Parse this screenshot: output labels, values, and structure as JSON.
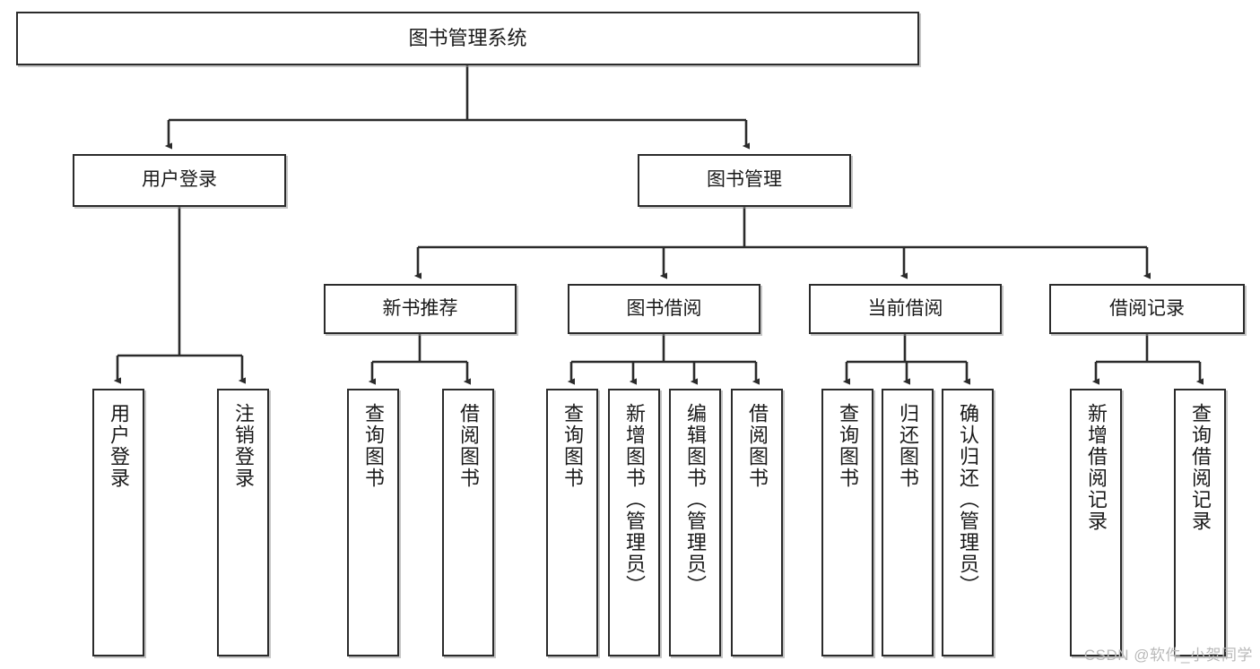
{
  "diagram": {
    "title": "图书管理系统",
    "type": "hierarchy-tree",
    "watermark": "CSDN @软件_小贺同学",
    "colors": {
      "box_border": "#2b2b2b",
      "box_fill": "#ffffff",
      "connector": "#2b2b2b",
      "watermark": "#b9b9b9"
    },
    "nodes": {
      "root": {
        "label": "图书管理系统"
      },
      "level2": [
        {
          "id": "user-login",
          "label": "用户登录"
        },
        {
          "id": "book-manage",
          "label": "图书管理"
        }
      ],
      "level3": [
        {
          "id": "new-book-rec",
          "label": "新书推荐"
        },
        {
          "id": "book-borrow",
          "label": "图书借阅"
        },
        {
          "id": "current-borrow",
          "label": "当前借阅"
        },
        {
          "id": "borrow-record",
          "label": "借阅记录"
        }
      ],
      "leaves": {
        "user_login": [
          {
            "id": "leaf-user-login",
            "label": "用户登录"
          },
          {
            "id": "leaf-logout",
            "label": "注销登录"
          }
        ],
        "new_book_rec": [
          {
            "id": "leaf-query-book-1",
            "label": "查询图书"
          },
          {
            "id": "leaf-borrow-book-1",
            "label": "借阅图书"
          }
        ],
        "book_borrow": [
          {
            "id": "leaf-query-book-2",
            "label": "查询图书"
          },
          {
            "id": "leaf-add-book",
            "label": "新增图书（管理员）"
          },
          {
            "id": "leaf-edit-book",
            "label": "编辑图书（管理员）"
          },
          {
            "id": "leaf-borrow-book-2",
            "label": "借阅图书"
          }
        ],
        "current_borrow": [
          {
            "id": "leaf-query-book-3",
            "label": "查询图书"
          },
          {
            "id": "leaf-return-book",
            "label": "归还图书"
          },
          {
            "id": "leaf-confirm-return",
            "label": "确认归还（管理员）"
          }
        ],
        "borrow_record": [
          {
            "id": "leaf-add-record",
            "label": "新增借阅记录"
          },
          {
            "id": "leaf-query-record",
            "label": "查询借阅记录"
          }
        ]
      }
    }
  }
}
